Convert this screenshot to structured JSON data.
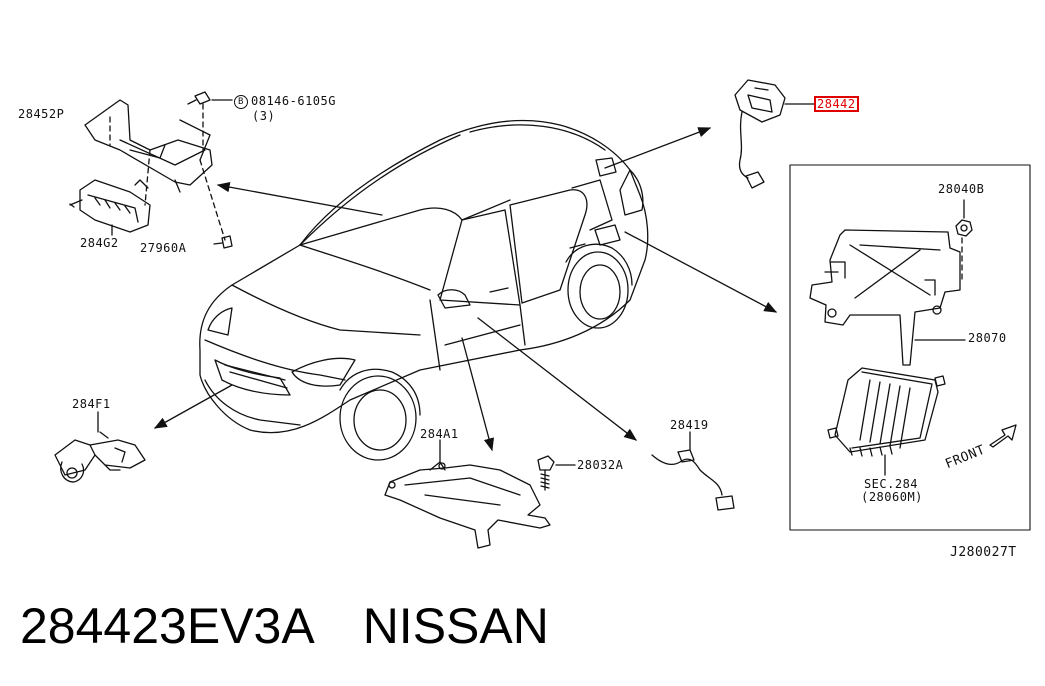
{
  "labels": {
    "p28452P": "28452P",
    "p08146": "08146-6105G",
    "p08146_qty": "(3)",
    "p08146_prefix": "B",
    "p284G2": "284G2",
    "p27960A": "27960A",
    "p28442": "28442",
    "p28040B": "28040B",
    "p28070": "28070",
    "p284F1": "284F1",
    "p284A1": "284A1",
    "p28032A": "28032A",
    "p28419": "28419",
    "sec": "SEC.284",
    "sec_sub": "(28060M)",
    "front": "FRONT",
    "diagram_code": "J280027T"
  },
  "footer": {
    "part_number": "284423EV3A",
    "brand": "NISSAN"
  },
  "colors": {
    "line": "#111111",
    "highlight": "#e00000"
  }
}
